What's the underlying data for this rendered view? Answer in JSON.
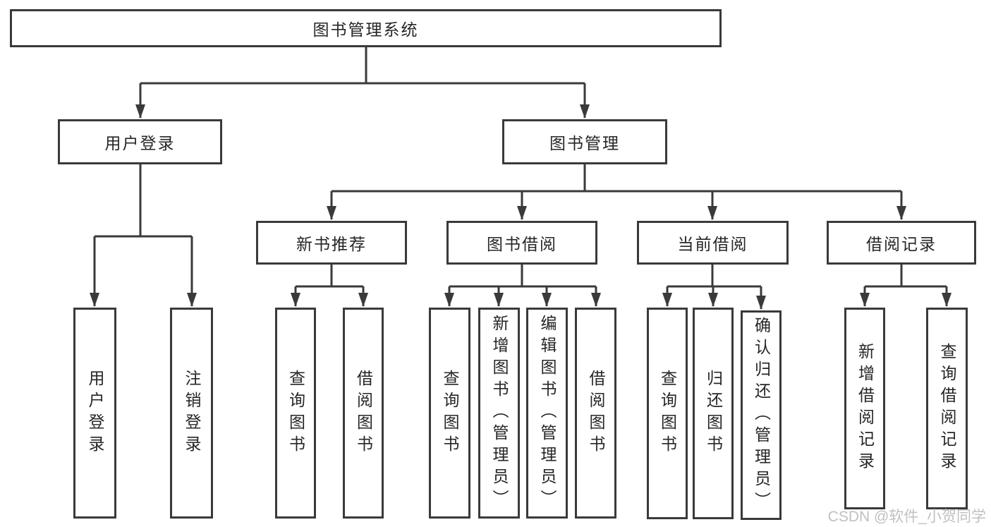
{
  "tree": {
    "root": {
      "label": "图书管理系统"
    },
    "children": [
      {
        "label": "用户登录",
        "children": [
          {
            "label": "用户登录"
          },
          {
            "label": "注销登录"
          }
        ]
      },
      {
        "label": "图书管理",
        "children": [
          {
            "label": "新书推荐",
            "children": [
              {
                "label": "查询图书"
              },
              {
                "label": "借阅图书"
              }
            ]
          },
          {
            "label": "图书借阅",
            "children": [
              {
                "label": "查询图书"
              },
              {
                "label": "新增图书（管理员）"
              },
              {
                "label": "编辑图书（管理员）"
              },
              {
                "label": "借阅图书"
              }
            ]
          },
          {
            "label": "当前借阅",
            "children": [
              {
                "label": "查询图书"
              },
              {
                "label": "归还图书"
              },
              {
                "label": "确认归还（管理员）"
              }
            ]
          },
          {
            "label": "借阅记录",
            "children": [
              {
                "label": "新增借阅记录"
              },
              {
                "label": "查询借阅记录"
              }
            ]
          }
        ]
      }
    ]
  },
  "watermark": {
    "text": "CSDN @软件_小贺同学"
  },
  "colors": {
    "line": "#3a3a3a",
    "box_border": "#3a3a3a",
    "text": "#262626",
    "background": "#ffffff",
    "watermark": "#c0c0c0"
  }
}
